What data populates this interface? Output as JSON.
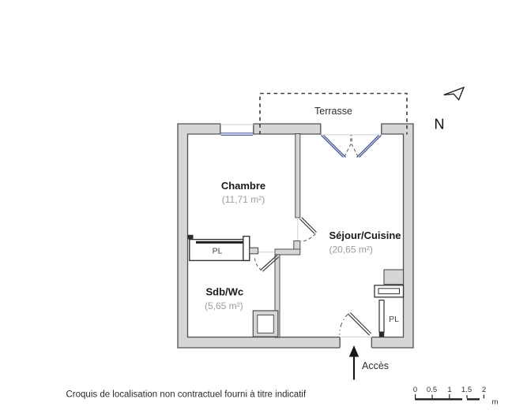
{
  "plan": {
    "terrace": {
      "label": "Terrasse"
    },
    "rooms": [
      {
        "name": "Chambre",
        "area": "(11,71 m²)"
      },
      {
        "name": "Séjour/Cuisine",
        "area": "(20,65 m²)"
      },
      {
        "name": "Sdb/Wc",
        "area": "(5,65 m²)"
      }
    ],
    "closet_left": {
      "label": "PL"
    },
    "closet_right": {
      "label": "PL"
    },
    "access": {
      "label": "Accès"
    },
    "compass": {
      "label": "N"
    }
  },
  "scale_bar": {
    "ticks": [
      "0",
      "0.5",
      "1",
      "1.5",
      "2"
    ],
    "unit": "m"
  },
  "caption": "Croquis de localisation non contractuel fourni à titre indicatif",
  "colors": {
    "wall_fill": "#d6d6d6",
    "wall_stroke": "#4f4f4f",
    "glazing_blue": "#4b5a9a",
    "closet_stroke": "#333333",
    "room_text": "#191919",
    "area_text": "#9c9c9c",
    "dashed_lines": "#3c3c3c"
  }
}
